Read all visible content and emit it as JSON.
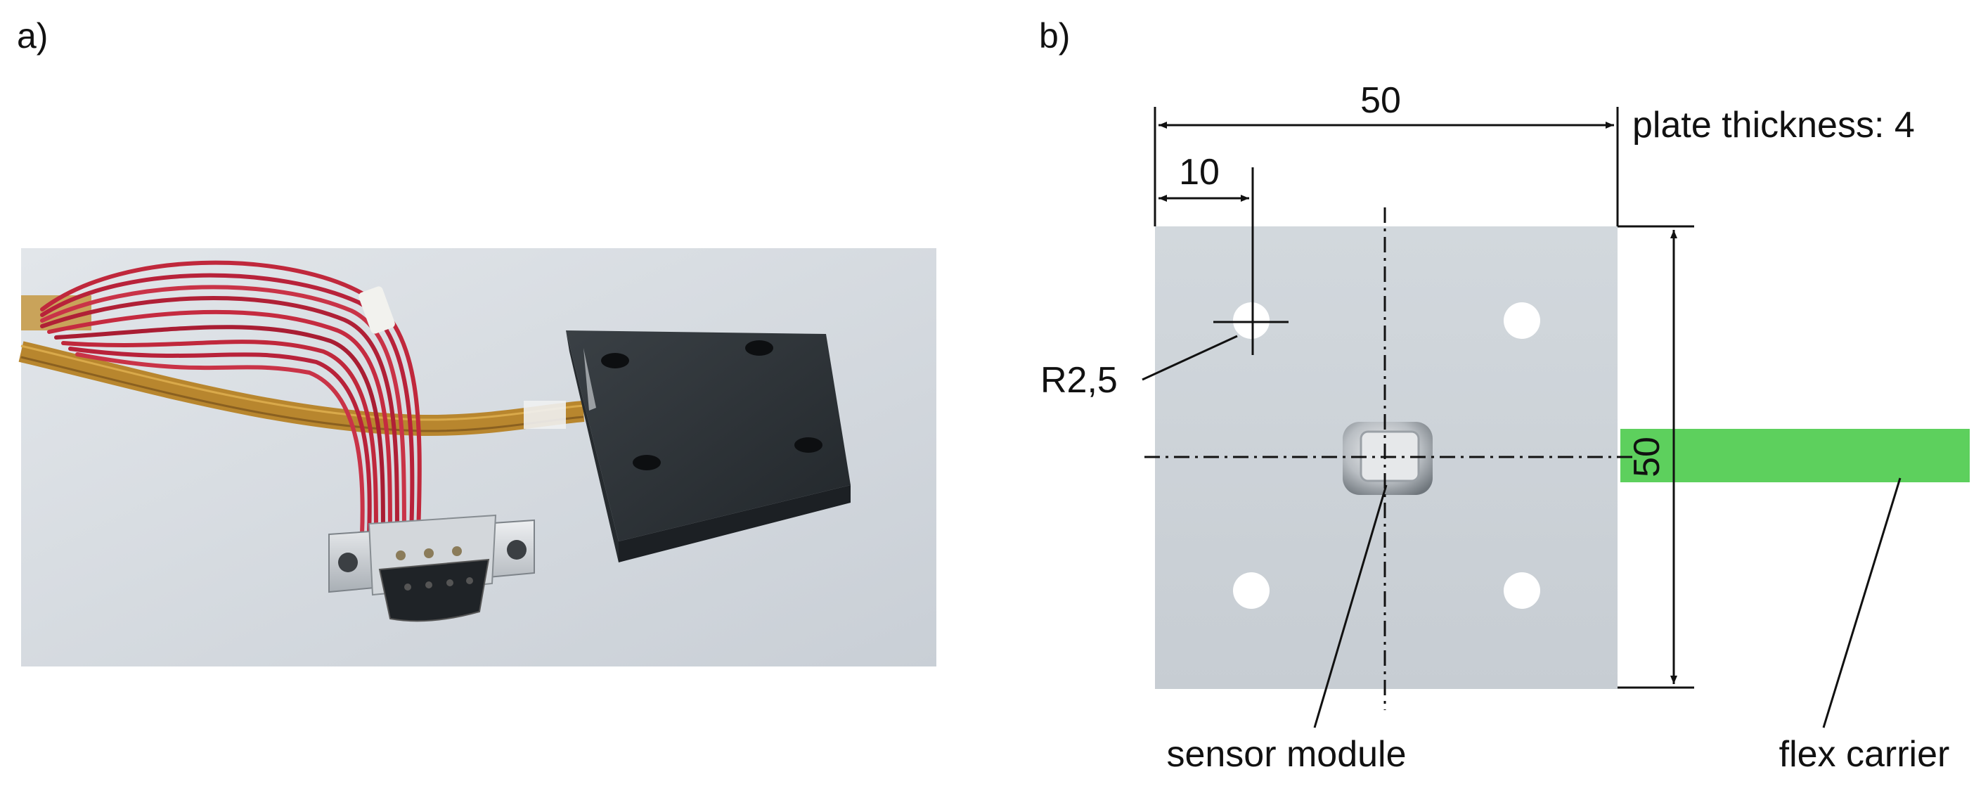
{
  "panels": {
    "a": {
      "label": "a)"
    },
    "b": {
      "label": "b)"
    }
  },
  "drawing": {
    "dim_width": "50",
    "dim_hole_offset": "10",
    "dim_height": "50",
    "plate_thickness_note": "plate thickness: 4",
    "hole_radius": "R2,5",
    "sensor_label": "sensor module",
    "flex_label": "flex carrier"
  },
  "colors": {
    "plate": "#cfd5da",
    "flex_carrier": "#5dd05d",
    "photo_background": "#d6dbe0",
    "dark_plate": "#2e3337",
    "wire_red": "#c0283c",
    "flex_cable": "#b8862e"
  }
}
